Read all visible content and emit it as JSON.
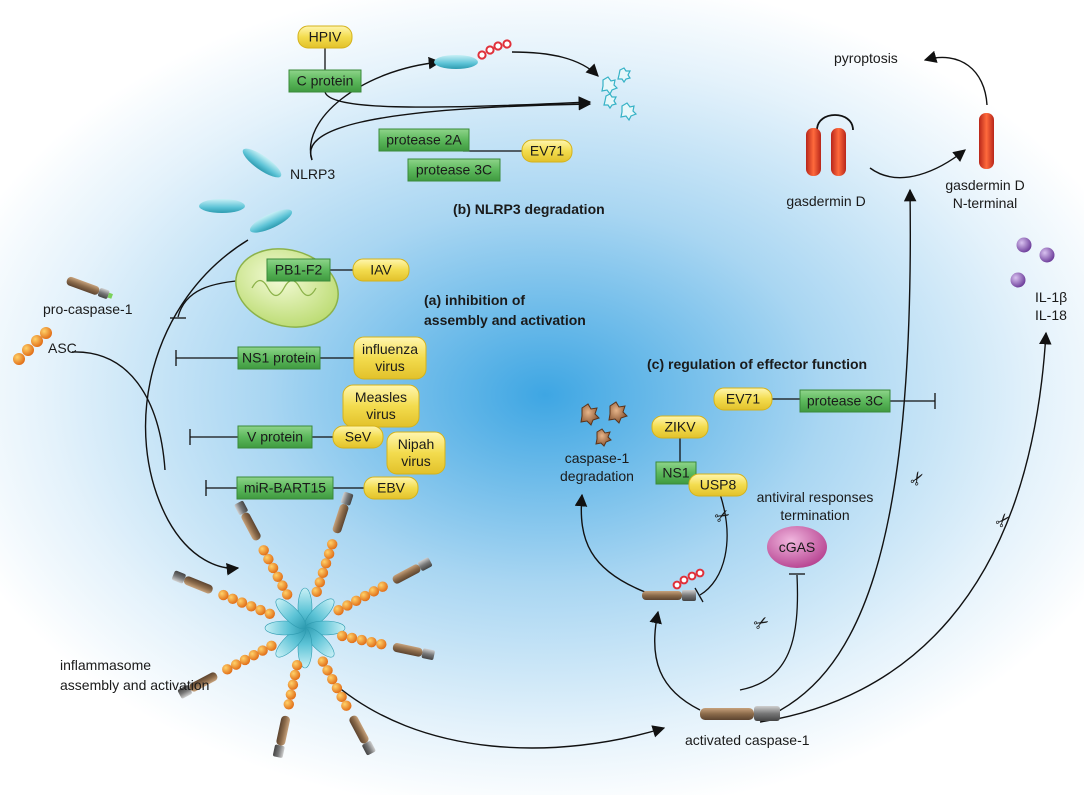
{
  "colors": {
    "background_glow": "#3ea6e3",
    "green_box": "#5cb85c",
    "yellow_box": "#f3dc4e",
    "gasdermin": "#e0401f",
    "nlrp3": "#5cc3d6",
    "procaspase_body": "#8a6a4a",
    "asc_bead": "#f08a20",
    "cgas": "#c2569f",
    "il": "#7b4aa0",
    "ubiquitin": "#e0303a"
  },
  "virus_boxes": {
    "hpiv": "HPIV",
    "ev71_top": "EV71",
    "iav": "IAV",
    "influenza": "influenza\nvirus",
    "measles": "Measles\nvirus",
    "sev": "SeV",
    "nipah": "Nipah\nvirus",
    "ebv": "EBV",
    "ev71_mid": "EV71",
    "zikv": "ZIKV",
    "usp8": "USP8"
  },
  "protein_boxes": {
    "c_protein": "C protein",
    "protease_2a": "protease 2A",
    "protease_3c_top": "protease 3C",
    "pb1_f2": "PB1-F2",
    "ns1_protein": "NS1 protein",
    "v_protein": "V protein",
    "mir_bart15": "miR-BART15",
    "protease_3c_mid": "protease 3C",
    "ns1": "NS1"
  },
  "labels": {
    "nlrp3": "NLRP3",
    "pro_caspase": "pro-caspase-1",
    "asc": "ASC",
    "section_b": "(b) NLRP3 degradation",
    "section_a_line1": "(a) inhibition of",
    "section_a_line2": "assembly and activation",
    "section_c": "(c) regulation of effector function",
    "caspase_deg_line1": "caspase-1",
    "caspase_deg_line2": "degradation",
    "antiviral_line1": "antiviral responses",
    "antiviral_line2": "termination",
    "cgas": "cGAS",
    "inflammasome_line1": "inflammasome",
    "inflammasome_line2": "assembly and activation",
    "activated_caspase": "activated caspase-1",
    "pyroptosis": "pyroptosis",
    "gasdermin_d": "gasdermin D",
    "gasdermin_nterm_line1": "gasdermin D",
    "gasdermin_nterm_line2": "N-terminal",
    "il1b": "IL-1β",
    "il18": "IL-18"
  }
}
